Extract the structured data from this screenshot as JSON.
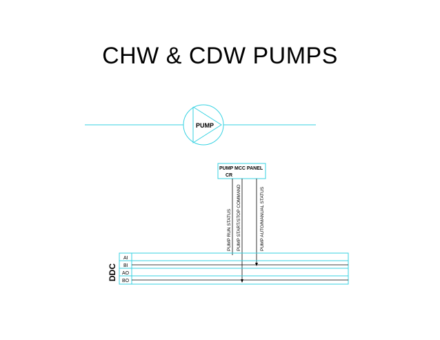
{
  "title": "CHW & CDW PUMPS",
  "pump": {
    "label": "PUMP"
  },
  "mcc_panel": {
    "label": "PUMP MCC PANEL",
    "sublabel": "CR"
  },
  "signals": [
    "PUMP RUN STATUS",
    "PUMP START/STOP COMMAND",
    "PUMP AUTO/MANUAL STATUS"
  ],
  "ddc": {
    "label": "DDC",
    "rows": [
      "AI",
      "BI",
      "AO",
      "BO"
    ]
  },
  "colors": {
    "line": "#35d2e2",
    "text": "#000000",
    "background": "#ffffff"
  }
}
